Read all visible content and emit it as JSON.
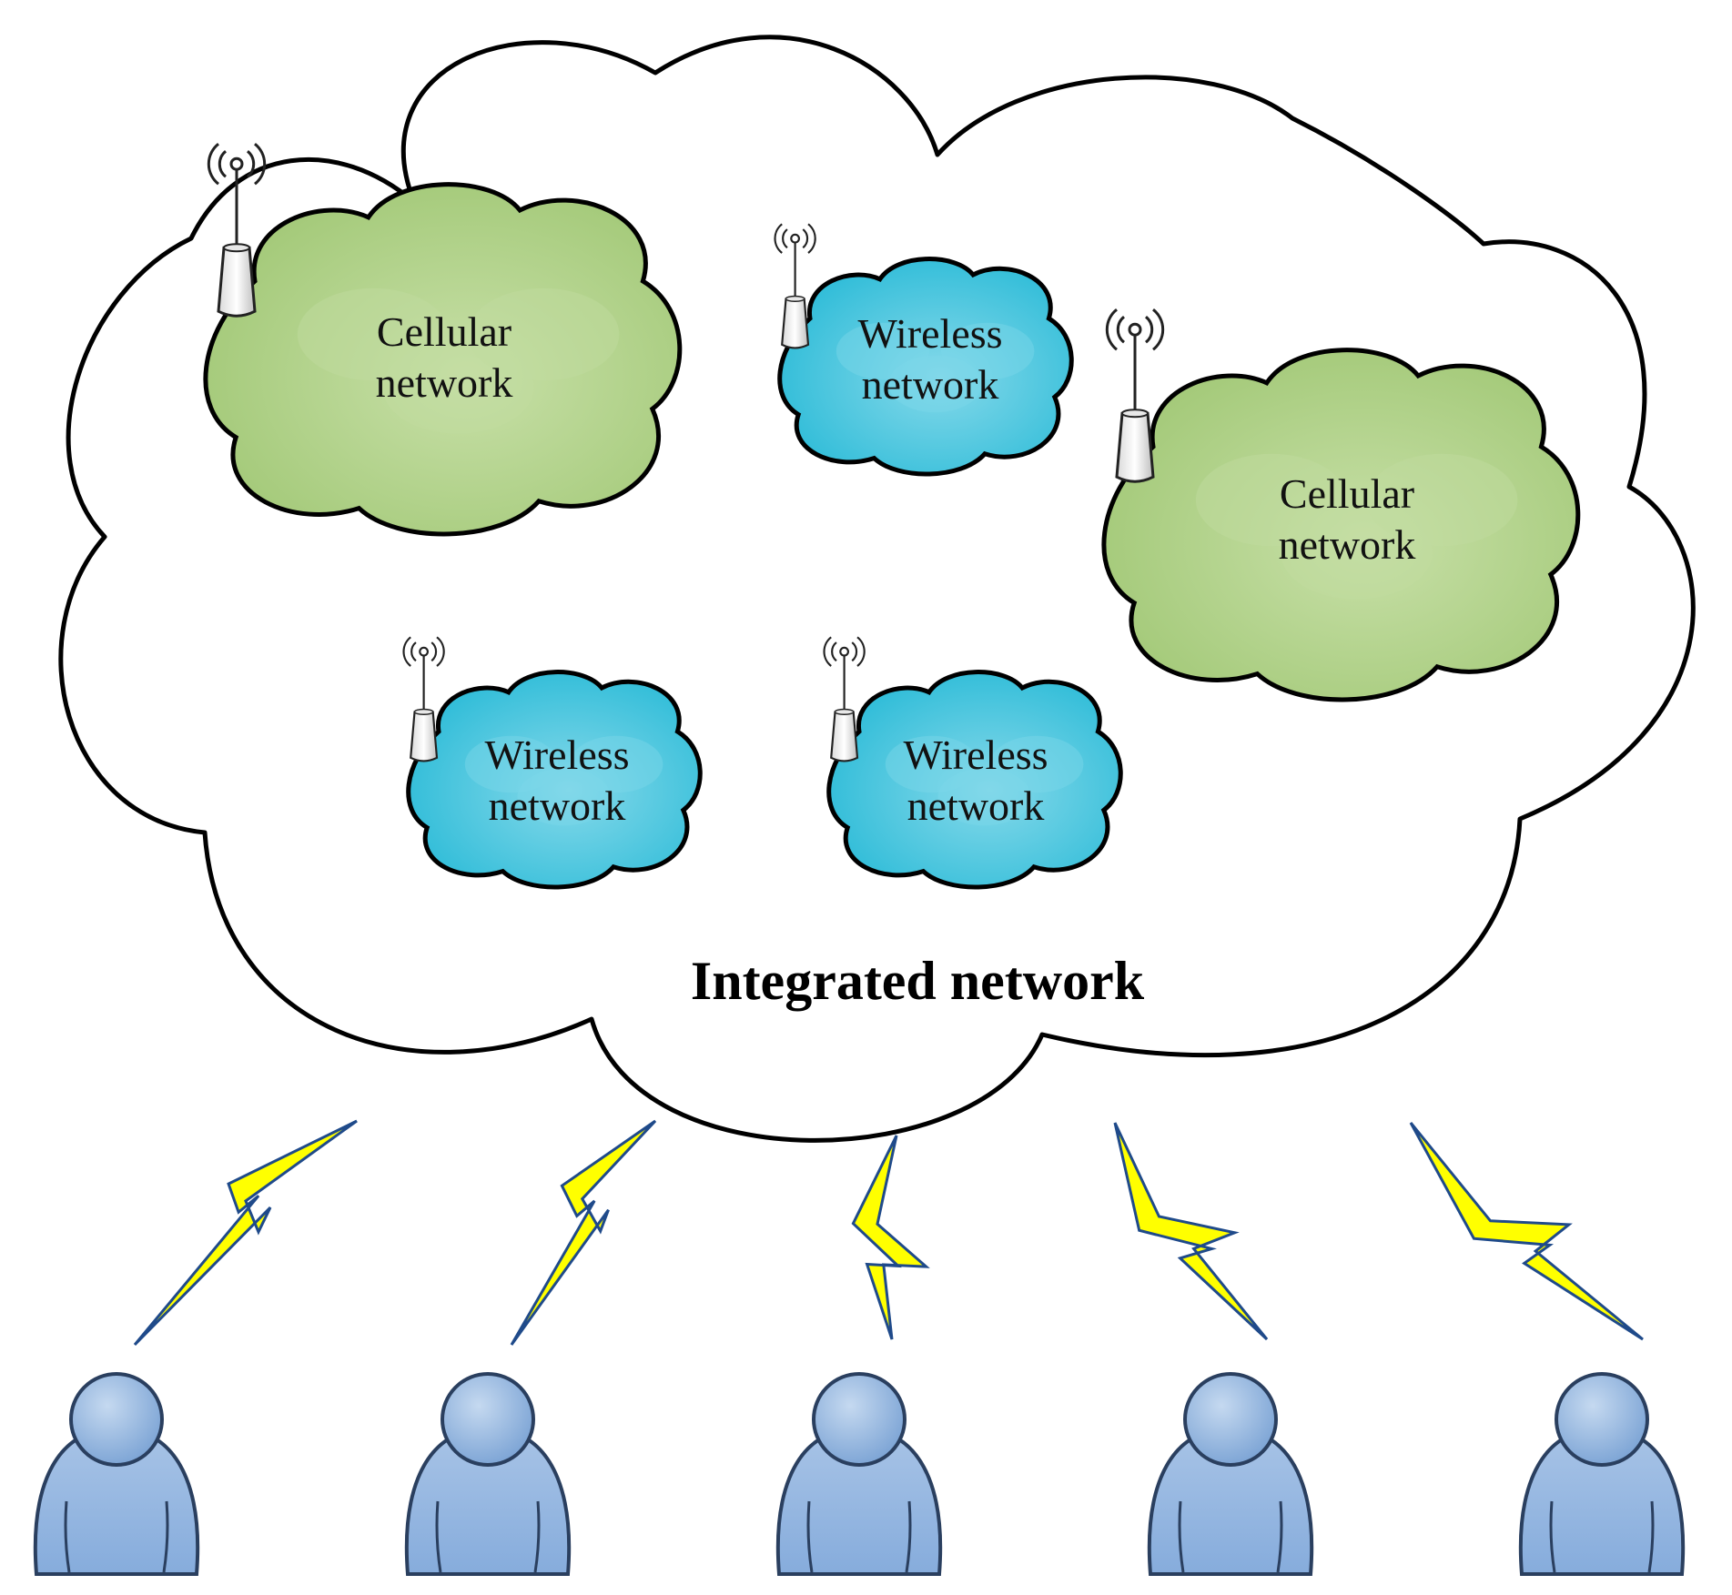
{
  "diagram": {
    "main_label": "Integrated network",
    "cellular_network": {
      "line1": "Cellular",
      "line2": "network"
    },
    "wireless_network": {
      "line1": "Wireless",
      "line2": "network"
    },
    "networks": [
      {
        "kind": "cellular"
      },
      {
        "kind": "wireless"
      },
      {
        "kind": "cellular"
      },
      {
        "kind": "wireless"
      },
      {
        "kind": "wireless"
      }
    ],
    "user_count": 5,
    "link_count": 5
  },
  "colors": {
    "cellular_fill": "#a9cd80",
    "cellular_fill_light": "#c2dc9f",
    "wireless_fill": "#3ec3dc",
    "wireless_fill_light": "#7dd6e8",
    "outline": "#000000",
    "user_fill": "#8fb3de",
    "user_stroke": "#2a3f5f",
    "bolt_fill": "#ffff00",
    "bolt_stroke": "#1f4a8a"
  }
}
